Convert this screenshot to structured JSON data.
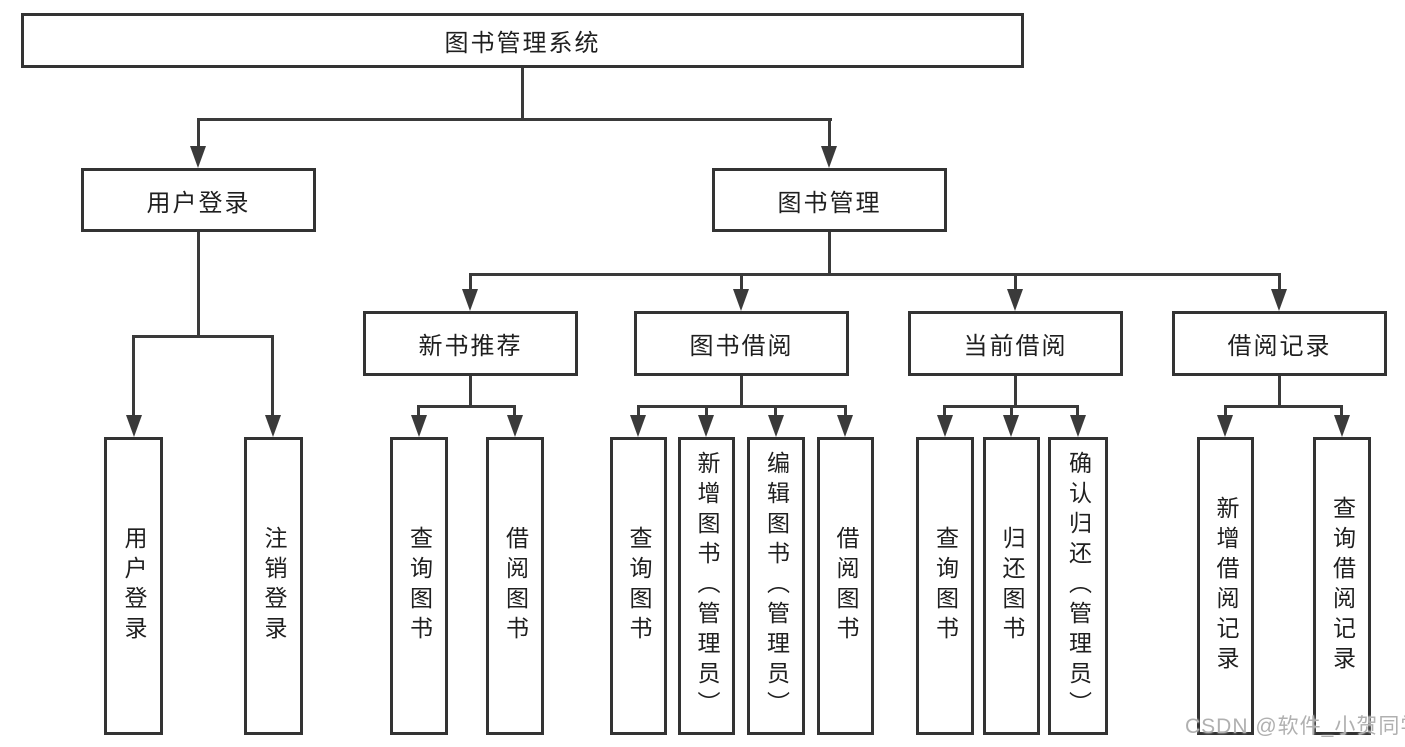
{
  "diagram": {
    "title": "图书管理系统",
    "tree": {
      "label": "图书管理系统",
      "children": [
        {
          "label": "用户登录",
          "children": [
            {
              "label": "用户登录"
            },
            {
              "label": "注销登录"
            }
          ]
        },
        {
          "label": "图书管理",
          "children": [
            {
              "label": "新书推荐",
              "children": [
                {
                  "label": "查询图书"
                },
                {
                  "label": "借阅图书"
                }
              ]
            },
            {
              "label": "图书借阅",
              "children": [
                {
                  "label": "查询图书"
                },
                {
                  "label": "新增图书（管理员）"
                },
                {
                  "label": "编辑图书（管理员）"
                },
                {
                  "label": "借阅图书"
                }
              ]
            },
            {
              "label": "当前借阅",
              "children": [
                {
                  "label": "查询图书"
                },
                {
                  "label": "归还图书"
                },
                {
                  "label": "确认归还（管理员）"
                }
              ]
            },
            {
              "label": "借阅记录",
              "children": [
                {
                  "label": "新增借阅记录"
                },
                {
                  "label": "查询借阅记录"
                }
              ]
            }
          ]
        }
      ]
    },
    "watermark": "CSDN @软件_小贺同学",
    "colors": {
      "line": "#3a3a3a",
      "box_border": "#333333",
      "box_fill": "#ffffff",
      "text": "#1f1f1f",
      "watermark": "#b0b0b0"
    }
  }
}
